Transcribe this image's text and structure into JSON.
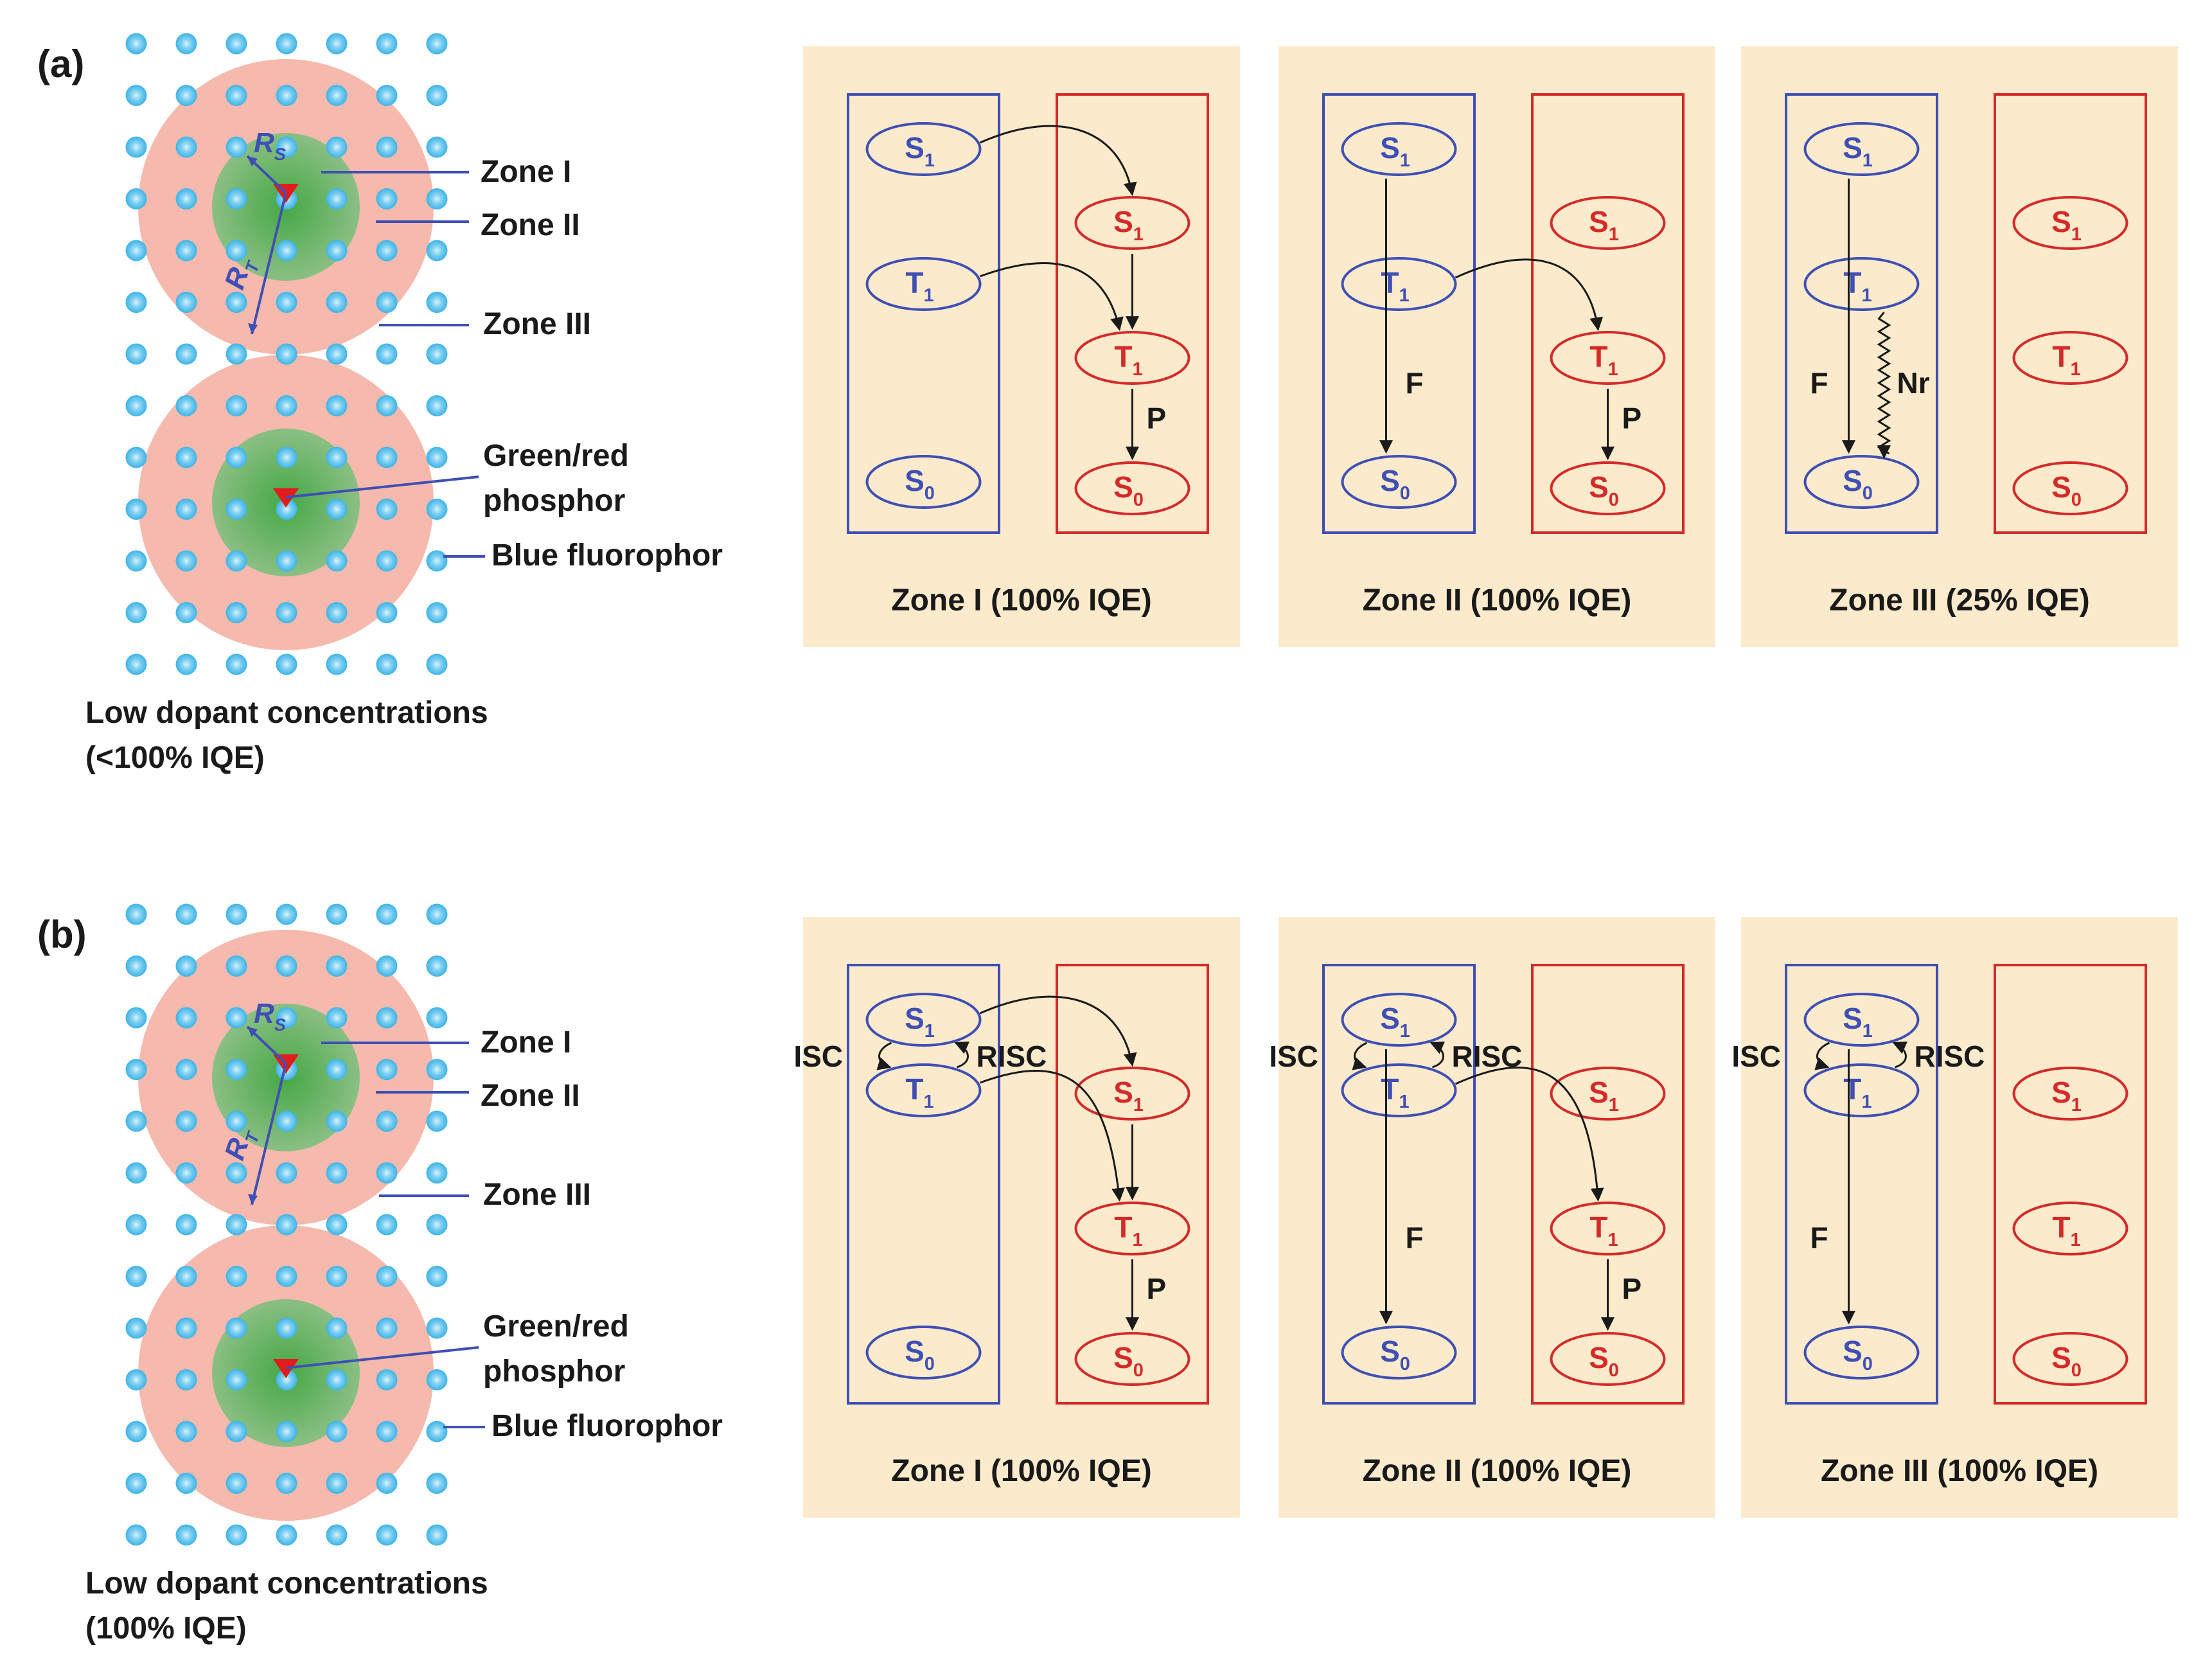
{
  "colors": {
    "background": "#ffffff",
    "panel_bg": "#fbeacb",
    "donor_blue": "#3f4fb4",
    "acceptor_red": "#d42a2a",
    "fluorophor_dot": "#3eb3e6",
    "fluorophor_dot_center": "#d8f2fc",
    "zone_outer_pink": "#f5b9ad",
    "zone_inner_green": "#7eb77a",
    "phosphor_marker": "#e21b1b",
    "label_black": "#1a1a1a"
  },
  "icons": {
    "fluorophor": "blue-fluorophor-dot-icon",
    "phosphor": "red-triangle-phosphor-icon"
  },
  "rows": [
    {
      "letter": "(a)",
      "labels": {
        "radius_s": "R",
        "radius_s_sub": "S",
        "radius_t": "R",
        "radius_t_sub": "T",
        "zone1": "Zone I",
        "zone2": "Zone II",
        "zone3": "Zone III",
        "phosphor_line1": "Green/red",
        "phosphor_line2": "phosphor",
        "fluorophor": "Blue fluorophor",
        "caption_line1": "Low dopant concentrations",
        "caption_line2": "(<100% IQE)"
      },
      "panels": [
        {
          "caption": "Zone I (100% IQE)"
        },
        {
          "caption": "Zone II (100% IQE)",
          "f_label": "F"
        },
        {
          "caption": "Zone III (25% IQE)",
          "f_label": "F",
          "nr_label": "Nr"
        }
      ]
    },
    {
      "letter": "(b)",
      "labels": {
        "radius_s": "R",
        "radius_s_sub": "S",
        "radius_t": "R",
        "radius_t_sub": "T",
        "zone1": "Zone I",
        "zone2": "Zone II",
        "zone3": "Zone III",
        "phosphor_line1": "Green/red",
        "phosphor_line2": "phosphor",
        "fluorophor": "Blue fluorophor",
        "caption_line1": "Low dopant concentrations",
        "caption_line2": "(100% IQE)"
      },
      "panels": [
        {
          "caption": "Zone I (100% IQE)",
          "isc": "ISC",
          "risc": "RISC"
        },
        {
          "caption": "Zone II (100% IQE)",
          "f_label": "F",
          "isc": "ISC",
          "risc": "RISC"
        },
        {
          "caption": "Zone III (100% IQE)",
          "f_label": "F",
          "isc": "ISC",
          "risc": "RISC"
        }
      ]
    }
  ],
  "states": {
    "s1": "S",
    "s1_sub": "1",
    "t1": "T",
    "t1_sub": "1",
    "s0": "S",
    "s0_sub": "0",
    "p_label": "P"
  }
}
